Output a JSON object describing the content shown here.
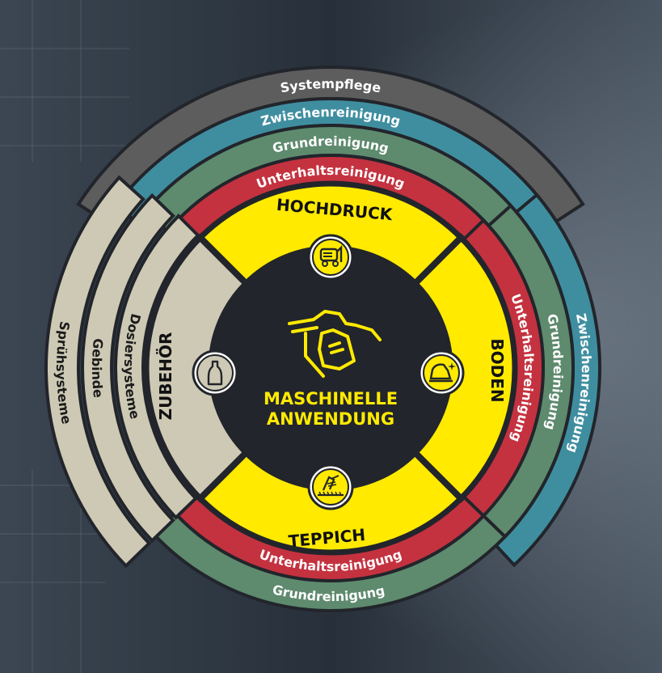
{
  "colors": {
    "yellow": "#ffea00",
    "red": "#c4323f",
    "green": "#5e8a6e",
    "blue": "#3f8ea0",
    "gray": "#5d5d5d",
    "beige": "#cdc9b4",
    "dark": "#22252b"
  },
  "center": {
    "icon": "spray-gun-icon",
    "line1": "MASCHINELLE",
    "line2": "ANWENDUNG"
  },
  "segments": {
    "hochdruck": {
      "title": "HOCHDRUCK",
      "icon": "pressure-washer-icon"
    },
    "boden": {
      "title": "BODEN",
      "icon": "floor-scrubber-icon"
    },
    "teppich": {
      "title": "TEPPICH",
      "icon": "carpet-cleaner-icon"
    },
    "zubehoer": {
      "title": "ZUBEHÖR",
      "icon": "bottle-icon"
    }
  },
  "rings": {
    "top": [
      "Unterhaltsreinigung",
      "Grundreinigung",
      "Zwischenreinigung",
      "Systempflege"
    ],
    "right": [
      "Unterhaltsreinigung",
      "Grundreinigung",
      "Zwischenreinigung"
    ],
    "bottom": [
      "Unterhaltsreinigung",
      "Grundreinigung"
    ],
    "left": [
      "Dosiersysteme",
      "Gebinde",
      "Sprühsysteme"
    ]
  }
}
